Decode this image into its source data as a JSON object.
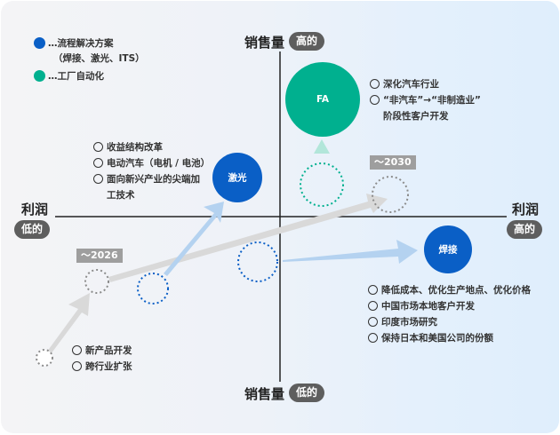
{
  "legend": {
    "items": [
      {
        "label": "…流程解决方案",
        "sub": "（焊接、激光、ITS）",
        "color": "#0a5fc6"
      },
      {
        "label": "…工厂自动化",
        "color": "#00b08f"
      }
    ]
  },
  "axes": {
    "y_title": "销售量",
    "y_high": "高的",
    "y_low": "低的",
    "x_title": "利润",
    "x_high": "高的",
    "x_low": "低的"
  },
  "bubbles": {
    "fa": {
      "label": "FA",
      "color": "#00b08f"
    },
    "laser": {
      "label": "激光",
      "color": "#0a5fc6"
    },
    "welding": {
      "label": "焊接",
      "color": "#0a5fc6"
    }
  },
  "year_tags": {
    "y2026": "～2026",
    "y2030": "～2030"
  },
  "notes": {
    "fa": [
      "深化汽车行业",
      "“非汽车”→“非制造业”",
      "阶段性客户开发"
    ],
    "laser": [
      "收益结构改革",
      "电动汽车（电机 / 电池）",
      "面向新兴产业的尖端加",
      "工技术"
    ],
    "welding": [
      "降低成本、优化生产地点、优化价格",
      "中国市场本地客户开发",
      "印度市场研究",
      "保持日本和美国公司的份额"
    ],
    "new": [
      "新产品开发",
      "跨行业扩张"
    ]
  },
  "colors": {
    "blue": "#0a5fc6",
    "green": "#00b08f",
    "gray_arrow": "#d9d9d9",
    "blue_arrow": "#b4d2f0",
    "green_arrow": "#b2e6da",
    "pill": "#5e5e5e"
  }
}
